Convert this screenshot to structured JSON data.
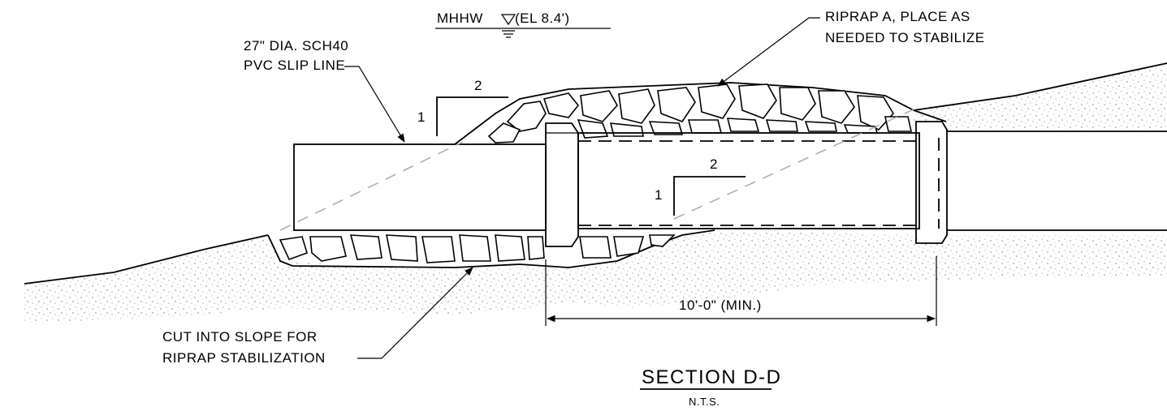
{
  "drawing": {
    "water_level": {
      "label": "MHHW",
      "elevation": "(EL 8.4')"
    },
    "callouts": {
      "pipe_line1": "27\" DIA. SCH40",
      "pipe_line2": "PVC SLIP LINE",
      "riprap_line1": "RIPRAP A, PLACE AS",
      "riprap_line2": "NEEDED TO STABILIZE",
      "cut_line1": "CUT INTO SLOPE FOR",
      "cut_line2": "RIPRAP STABILIZATION"
    },
    "slope_upper": {
      "rise": "1",
      "run": "2"
    },
    "slope_lower": {
      "rise": "1",
      "run": "2"
    },
    "dimension": "10'-0\" (MIN.)",
    "title": "SECTION D-D",
    "scale": "N.T.S."
  }
}
